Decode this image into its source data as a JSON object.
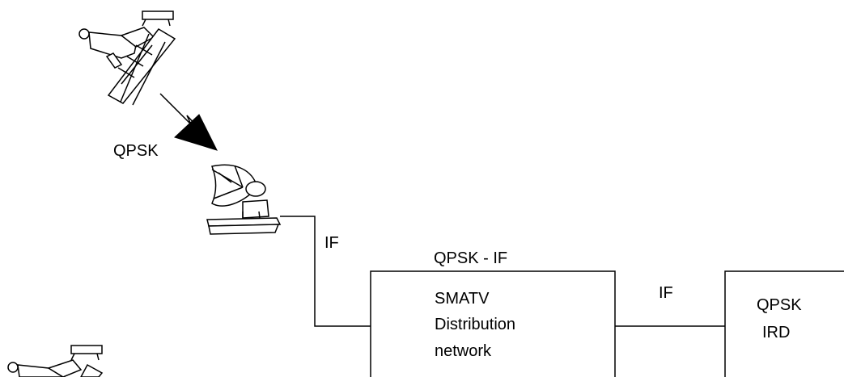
{
  "diagram": {
    "labels": {
      "downlink": "QPSK",
      "cable_if_1": "IF",
      "signal_type": "QPSK - IF",
      "cable_if_2": "IF"
    },
    "smatv_box": {
      "line1": "SMATV",
      "line2": "Distribution",
      "line3": "network"
    },
    "ird_box": {
      "line1": "QPSK",
      "line2": "IRD"
    },
    "icons": [
      "satellite-icon",
      "satellite-dish-icon",
      "satellite-icon"
    ],
    "colors": {
      "stroke": "#000000",
      "background": "#ffffff"
    }
  }
}
